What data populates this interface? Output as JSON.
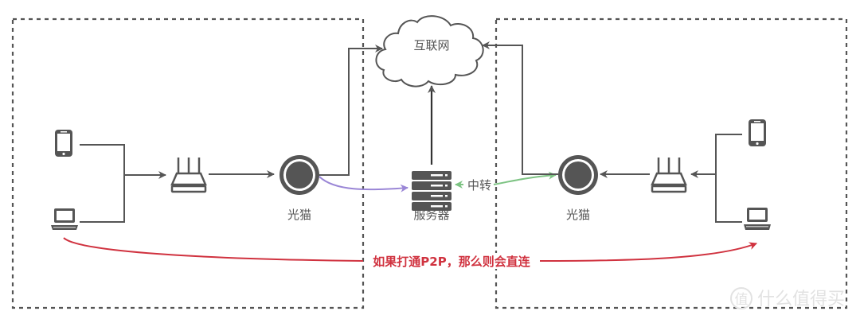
{
  "diagram": {
    "title": "P2P network diagram",
    "nodes": {
      "internet": "互联网",
      "left_modem": "光猫",
      "right_modem": "光猫",
      "server": "服务器",
      "relay": "中转"
    },
    "p2p_note": "如果打通P2P，那么则会直连",
    "watermark": "什么值得买",
    "watermark_badge": "值",
    "colors": {
      "line": "#555555",
      "purple": "#9a86d6",
      "green": "#7dc383",
      "red": "#d0323f",
      "dashed_border": "#555555"
    }
  }
}
